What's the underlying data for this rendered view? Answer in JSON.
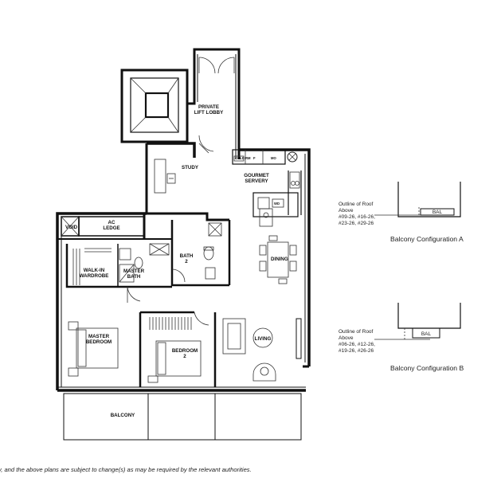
{
  "rooms": {
    "private_lift_lobby": [
      "PRIVATE",
      "LIFT LOBBY"
    ],
    "study": "STUDY",
    "gourmet_servery": [
      "GOURMET",
      "SERVERY"
    ],
    "appliance_labels": [
      "COLD RM",
      "F",
      "MO",
      "WD"
    ],
    "void": "VOID",
    "ac_ledge": [
      "AC",
      "LEDGE"
    ],
    "bath2": [
      "BATH",
      "2"
    ],
    "dining": "DINING",
    "walk_in_wardrobe": [
      "WALK-IN",
      "WARDROBE"
    ],
    "master_bath": [
      "MASTER",
      "BATH"
    ],
    "master_bedroom": [
      "MASTER",
      "BEDROOM"
    ],
    "bedroom2": [
      "BEDROOM",
      "2"
    ],
    "living": "LIVING",
    "balcony": "BALCONY"
  },
  "config_a": {
    "outline_label": [
      "Outline of Roof",
      "Above"
    ],
    "units": [
      "#09-26, #16-26,",
      "#23-26, #29-26"
    ],
    "bal_label": "BAL",
    "title": "Balcony Configuration A"
  },
  "config_b": {
    "outline_label": [
      "Outline of Roof",
      "Above"
    ],
    "units": [
      "#06-26, #12-26,",
      "#19-26, #26-26"
    ],
    "bal_label": "BAL",
    "title": "Balcony Configuration B"
  },
  "footnote": "y, and the above plans are subject to change(s) as may be required by the relevant authorities."
}
